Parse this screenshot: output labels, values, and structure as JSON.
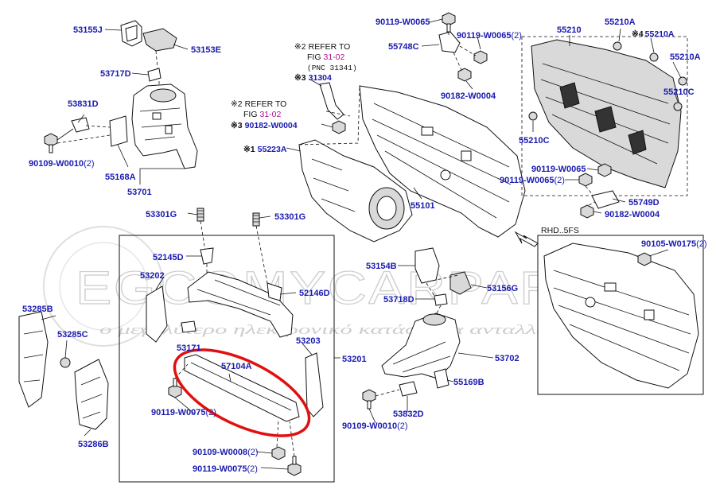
{
  "watermark": {
    "main": "EGCOMYCARPARTS",
    "sub": "ο μεγαλύτερο ηλεκτρονικό κατάστημα ανταλλακτικών"
  },
  "labels": {
    "p53155J": "53155J",
    "p53153E": "53153E",
    "p53717D": "53717D",
    "p53831D": "53831D",
    "p90109_w0010_a": "90109-W0010",
    "p55168A": "55168A",
    "p53701": "53701",
    "p53301G_a": "53301G",
    "p53301G_b": "53301G",
    "p52145D": "52145D",
    "p53202": "53202",
    "p52146D": "52146D",
    "p53171": "53171",
    "p57104A": "57104A",
    "p53203": "53203",
    "p53201": "53201",
    "p53285B": "53285B",
    "p53285C": "53285C",
    "p53286B": "53286B",
    "p90119_w0075_a": "90119-W0075",
    "p90109_w0008": "90109-W0008",
    "p90119_w0075_b": "90119-W0075",
    "p90119_w0065_a": "90119-W0065",
    "p90119_w0065_b": "90119-W0065",
    "p55748C": "55748C",
    "p90182_w0004_a": "90182-W0004",
    "p31304": "31304",
    "p90182_w0004_b": "90182-W0004",
    "p55223A": "55223A",
    "p55101": "55101",
    "p55210": "55210",
    "p55210A_a": "55210A",
    "p55210A_b": "55210A",
    "p55210A_c": "55210A",
    "p55210C_a": "55210C",
    "p55210C_b": "55210C",
    "p90119_w0065_c": "90119-W0065",
    "p90119_w0065_d": "90119-W0065",
    "p55749D": "55749D",
    "p90182_w0004_c": "90182-W0004",
    "p53154B": "53154B",
    "p53156G": "53156G",
    "p53718D": "53718D",
    "p53702": "53702",
    "p55169B": "55169B",
    "p90109_w0010_b": "90109-W0010",
    "p53832D": "53832D",
    "p90105_w0175": "90105-W0175"
  },
  "quantities": {
    "q90109_w0010_a": "(2)",
    "q90119_w0065_b": "(2)",
    "q90119_w0065_d": "(2)",
    "q90119_w0075_a": "(2)",
    "q90109_w0008": "(2)",
    "q90119_w0075_b": "(2)",
    "q90109_w0010_b": "(2)",
    "q90105_w0175": "(2)"
  },
  "marks": {
    "m2": "※2",
    "m3": "※3",
    "m1": "※1",
    "m4": "※4"
  },
  "notes": {
    "refer_to": "REFER TO",
    "fig": "FIG",
    "fig_num": "31-02",
    "pnc": "(PNC 31341)",
    "rhd": "RHD..5FS"
  }
}
